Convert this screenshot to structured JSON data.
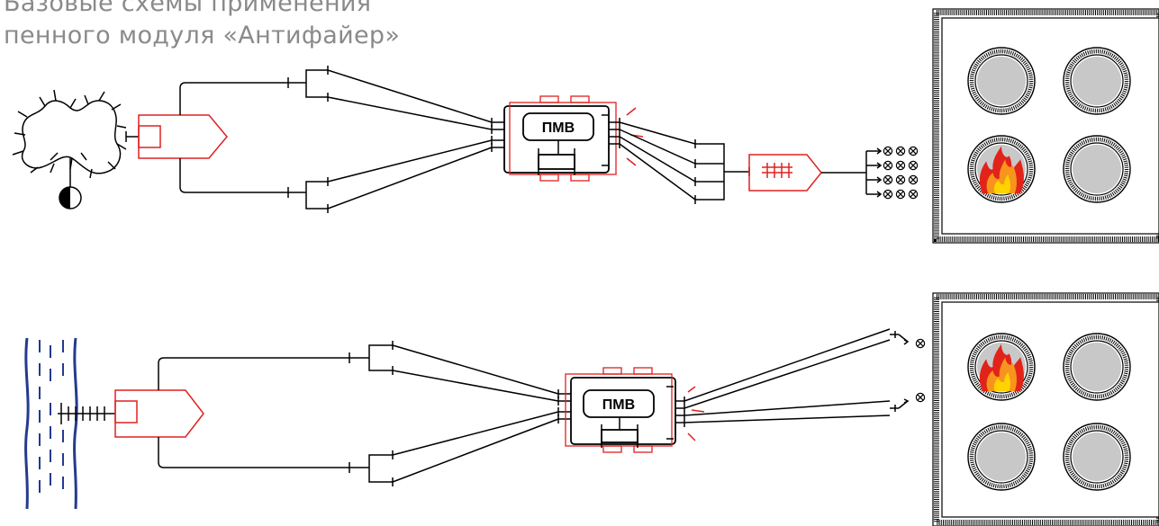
{
  "title": {
    "line1": "Базовые схемы применения",
    "line2": "пенного модуля «Антифайер»"
  },
  "scheme_top": {
    "module_label": "ПМВ"
  },
  "scheme_bottom": {
    "module_label": "ПМВ"
  },
  "colors": {
    "line": "#000000",
    "accent_red": "#e02020",
    "water_blue": "#233a8f",
    "tank_gray": "#c8c8c8",
    "title_gray": "#8a8a8a"
  },
  "icons": [
    "terrain-icon",
    "hydrant-icon",
    "water-source-icon",
    "fire-truck-icon",
    "foam-module-icon",
    "tanker-icon",
    "nozzle-icon",
    "tank-icon",
    "fire-icon"
  ]
}
